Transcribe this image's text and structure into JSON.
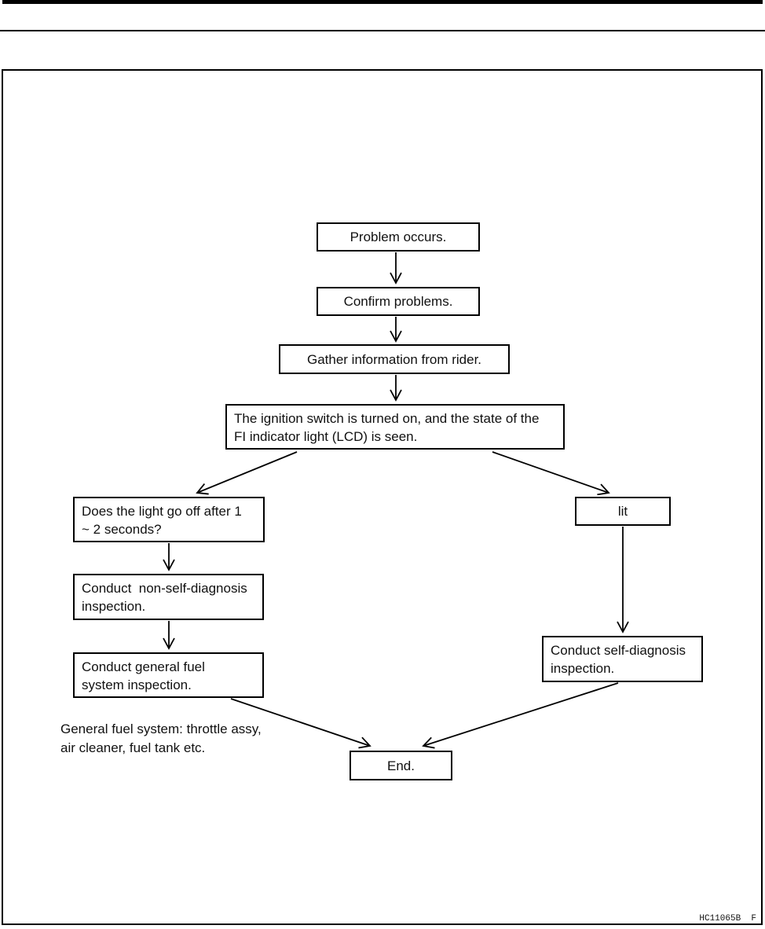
{
  "page": {
    "doc_code": "HC11065B  F"
  },
  "colors": {
    "line": "#000000",
    "text": "#111111",
    "background": "#ffffff"
  },
  "flowchart": {
    "nodes": {
      "problem": {
        "label": "Problem occurs."
      },
      "confirm": {
        "label": "Confirm problems."
      },
      "gather": {
        "label": "Gather information from rider."
      },
      "ignition": {
        "lines": [
          "The ignition switch is turned on, and the state of the",
          "FI indicator light (LCD) is seen."
        ]
      },
      "light_off": {
        "lines": [
          "Does the light go off after 1",
          "~ 2 seconds?"
        ]
      },
      "non_self_diag": {
        "lines": [
          "Conduct  non-self-diagnosis",
          "inspection."
        ]
      },
      "general_fuel": {
        "lines": [
          "Conduct general fuel",
          "system inspection."
        ]
      },
      "lit": {
        "label": "lit"
      },
      "self_diag": {
        "lines": [
          "Conduct self-diagnosis",
          "inspection."
        ]
      },
      "end": {
        "label": "End."
      }
    },
    "note": {
      "lines": [
        "General fuel system: throttle assy,",
        "air cleaner, fuel tank etc."
      ]
    },
    "edges": [
      {
        "from": "problem",
        "to": "confirm"
      },
      {
        "from": "confirm",
        "to": "gather"
      },
      {
        "from": "gather",
        "to": "ignition"
      },
      {
        "from": "ignition",
        "to": "light_off"
      },
      {
        "from": "ignition",
        "to": "lit"
      },
      {
        "from": "light_off",
        "to": "non_self_diag"
      },
      {
        "from": "non_self_diag",
        "to": "general_fuel"
      },
      {
        "from": "lit",
        "to": "self_diag"
      },
      {
        "from": "general_fuel",
        "to": "end"
      },
      {
        "from": "self_diag",
        "to": "end"
      }
    ]
  }
}
